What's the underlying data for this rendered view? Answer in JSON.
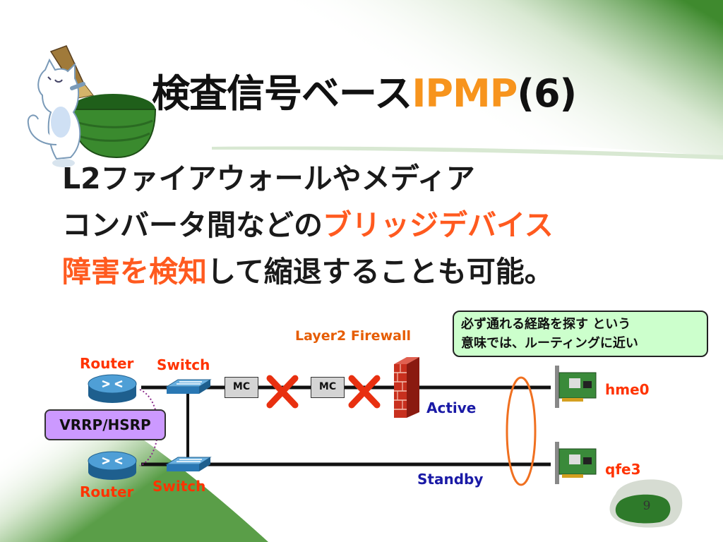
{
  "title": {
    "main": "検査信号ベース",
    "accent": "IPMP",
    "suffix": "(6)"
  },
  "body": {
    "line1": "L2ファイアウォールやメディア",
    "line2_a": "コンバータ間などの",
    "line2_hl": "ブリッジデバイス",
    "line3_hl": "障害を検知",
    "line3_b": "して縮退することも可能。"
  },
  "callout": {
    "line1": "必ず通れる経路を探す という",
    "line2": "意味では、ルーティングに近い"
  },
  "diagram": {
    "router_top": "Router",
    "router_bottom": "Router",
    "switch_top": "Switch",
    "switch_bottom": "Switch",
    "vrrp": "VRRP/HSRP",
    "mc1": "MC",
    "mc2": "MC",
    "firewall": "Layer2 Firewall",
    "active": "Active",
    "standby": "Standby",
    "nic_top": "hme0",
    "nic_bottom": "qfe3"
  },
  "page_number": "9",
  "colors": {
    "accent_orange": "#f7941d",
    "highlight_red": "#ff5a1f",
    "callout_bg": "#ccffcc",
    "vrrp_bg": "#cc99ff",
    "background_green": "#3f8a2e",
    "link_navy": "#1a1aa6"
  },
  "icons": [
    "cat-mascot-icon",
    "router-icon",
    "switch-icon",
    "fail-x-icon",
    "firewall-brick-icon",
    "nic-card-icon",
    "ipmp-group-ellipse"
  ]
}
